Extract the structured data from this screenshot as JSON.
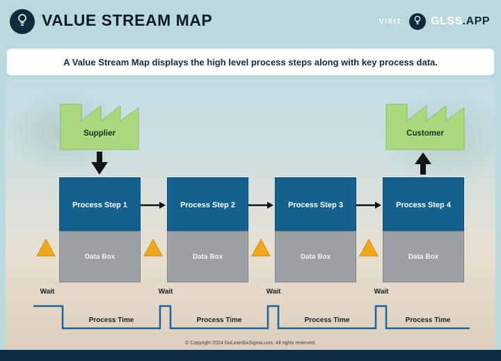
{
  "header": {
    "title": "VALUE STREAM MAP",
    "visit_label": "VISIT:",
    "brand_name": "GLSS",
    "brand_suffix": ".APP"
  },
  "subtitle": "A Value Stream Map displays the high level process steps along with key process data.",
  "diagram": {
    "supplier_label": "Supplier",
    "customer_label": "Customer",
    "steps": [
      {
        "label": "Process Step 1",
        "data_box": "Data Box"
      },
      {
        "label": "Process Step 2",
        "data_box": "Data Box"
      },
      {
        "label": "Process Step 3",
        "data_box": "Data Box"
      },
      {
        "label": "Process Step 4",
        "data_box": "Data Box"
      }
    ],
    "timeline": {
      "wait_label": "Wait",
      "process_time_label": "Process Time"
    }
  },
  "footer": {
    "copyright": "© Copyright 2024 GoLeanSixSigma.com. All rights reserved."
  },
  "colors": {
    "header_bg": "#b9d9dd",
    "navy": "#0e2a3c",
    "process_box_blue": "#15618e",
    "data_box_gray": "#9aa0a3",
    "factory_green": "#a9d97c",
    "inventory_orange": "#f2a71b",
    "timeline_blue": "#1565a0",
    "bottom_bar_navy": "#0c2c44"
  }
}
